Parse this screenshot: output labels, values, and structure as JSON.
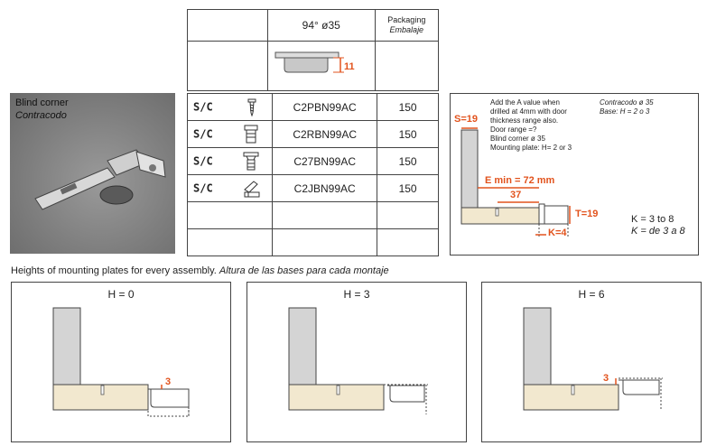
{
  "top_table": {
    "angle_label": "94° ø35",
    "packaging_label": "Packaging",
    "packaging_label_es": "Embalaje",
    "cup_depth": "11"
  },
  "photo": {
    "title": "Blind corner",
    "title_es": "Contracodo"
  },
  "products": [
    {
      "prefix": "S/C",
      "icon": "screw-icon",
      "code": "C2PBN99AC",
      "qty": "150"
    },
    {
      "prefix": "S/C",
      "icon": "dowel-icon",
      "code": "C2RBN99AC",
      "qty": "150"
    },
    {
      "prefix": "S/C",
      "icon": "press-fit-icon",
      "code": "C27BN99AC",
      "qty": "150"
    },
    {
      "prefix": "S/C",
      "icon": "clip-icon",
      "code": "C2JBN99AC",
      "qty": "150"
    }
  ],
  "diagram": {
    "note_en": [
      "Add the A value when",
      "drilled at 4mm with door",
      "thickness range also.",
      "Door range =?",
      "Blind corner ø 35",
      "Mounting plate: H= 2 or 3"
    ],
    "note_es": [
      "Contracodo ø 35",
      "Base: H = 2 o 3"
    ],
    "s_label": "S=19",
    "e_label": "E min = 72 mm",
    "d37_label": "37",
    "t_label": "T=19",
    "k_label": "K=4",
    "k_range": "K = 3 to 8",
    "k_range_es": "K = de 3 a 8"
  },
  "heights": {
    "title": "Heights of mounting plates for every assembly.",
    "title_es": "Altura de las bases para cada montaje",
    "panels": [
      {
        "label": "H = 0",
        "dim": "3"
      },
      {
        "label": "H = 3",
        "dim": ""
      },
      {
        "label": "H = 6",
        "dim": "3"
      }
    ]
  },
  "colors": {
    "accent": "#e2531d",
    "wood": "#f2e8cf",
    "panel_gray": "#d4d4d4"
  }
}
